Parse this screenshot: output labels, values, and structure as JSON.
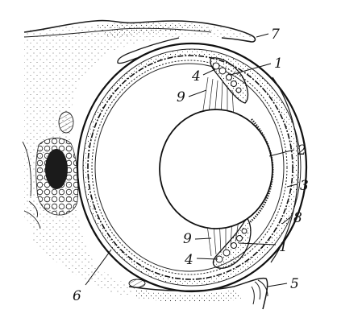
{
  "diagram": {
    "labels": [
      {
        "id": "label-1-upper",
        "text": "1"
      },
      {
        "id": "label-1-lower",
        "text": "1"
      },
      {
        "id": "label-2",
        "text": "2"
      },
      {
        "id": "label-3",
        "text": "3"
      },
      {
        "id": "label-4-upper",
        "text": "4"
      },
      {
        "id": "label-4-lower",
        "text": "4"
      },
      {
        "id": "label-5",
        "text": "5"
      },
      {
        "id": "label-6",
        "text": "6"
      },
      {
        "id": "label-7",
        "text": "7"
      },
      {
        "id": "label-8",
        "text": "8"
      },
      {
        "id": "label-9-upper",
        "text": "9"
      },
      {
        "id": "label-9-lower",
        "text": "9"
      }
    ]
  }
}
